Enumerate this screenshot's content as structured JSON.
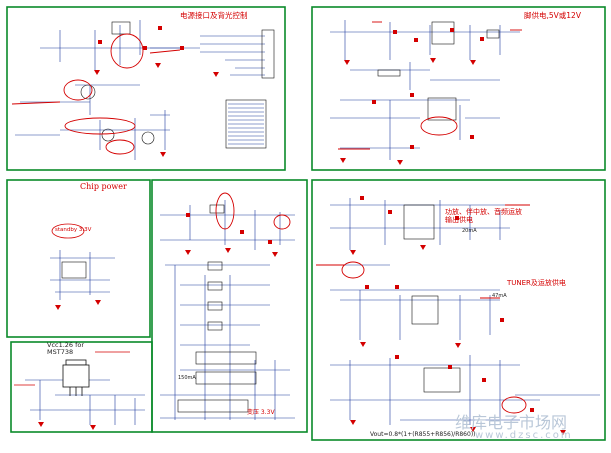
{
  "colors": {
    "frame": "#0a8a2a",
    "wire": "#1d3a9e",
    "annotation": "#d40000",
    "component": "#111111",
    "watermark": "#b9c7d8"
  },
  "sections": {
    "power_interface": {
      "title": "电源接口及背光控制"
    },
    "feet_power": {
      "title": "脚供电,5V或12V"
    },
    "chip_power": {
      "title": "Chip power",
      "standby": "standby 3.3V"
    },
    "vcc126": {
      "title_line1": "Vcc1.26 for",
      "title_line2": "MST738"
    },
    "middle": {
      "tag_33v": "变压 3.3V",
      "note_150ma": "150mA"
    },
    "amp": {
      "title_line1": "功放、伴中放、音频运放",
      "title_line2": "输出供电",
      "note_20ma": "20mA"
    },
    "tuner": {
      "title": "TUNER及运放供电",
      "note_47ma": "47mA"
    },
    "bottom": {
      "formula": "Vout=0.8*(1+(R855+R856)/R860))"
    }
  },
  "watermark": {
    "line1": "维库电子市场网",
    "line2": "www.dzsc.com"
  }
}
